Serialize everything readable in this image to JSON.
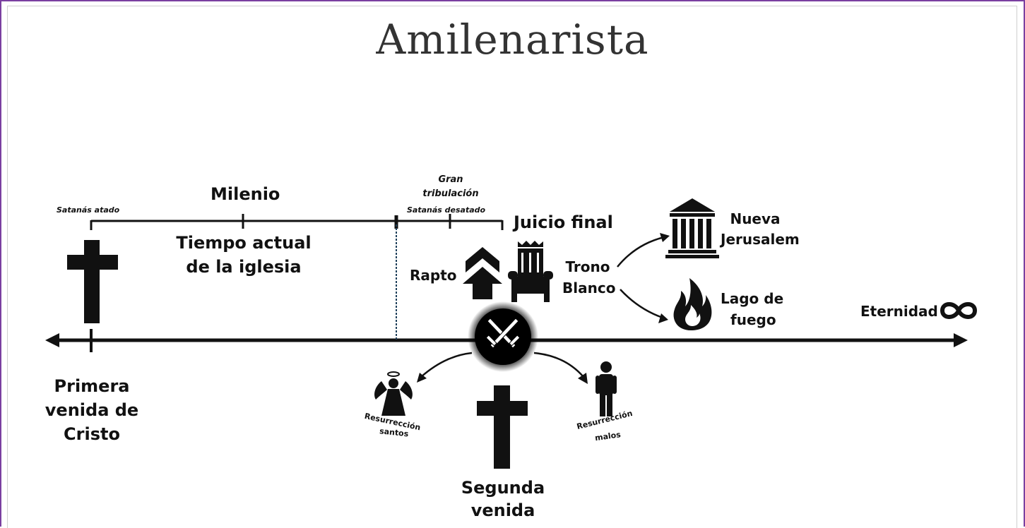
{
  "title": "Amilenarista",
  "labels": {
    "satanas_atado": "Satanás atado",
    "milenio": "Milenio",
    "gran_tribulacion_1": "Gran",
    "gran_tribulacion_2": "tribulación",
    "satanas_desatado": "Satanás desatado",
    "juicio_final": "Juicio final",
    "tiempo_actual_1": "Tiempo actual",
    "tiempo_actual_2": "de la iglesia",
    "rapto": "Rapto",
    "trono_1": "Trono",
    "trono_2": "Blanco",
    "nueva_1": "Nueva",
    "nueva_2": "Jerusalem",
    "lago_1": "Lago de",
    "lago_2": "fuego",
    "eternidad": "Eternidad",
    "primera_1": "Primera",
    "primera_2": "venida de",
    "primera_3": "Cristo",
    "res_santos_1": "Resurrección",
    "res_santos_2": "santos",
    "res_malos_1": "Resurrección",
    "res_malos_2": "malos",
    "segunda_1": "Segunda",
    "segunda_2": "venida"
  },
  "icons": [
    "cross-icon",
    "arrow-up-icon",
    "throne-icon",
    "temple-icon",
    "fire-icon",
    "infinity-icon",
    "crossed-swords-icon",
    "angel-icon",
    "person-icon"
  ],
  "colors": {
    "frame": "#7a3fa0",
    "ink": "#111111",
    "title": "#333333"
  }
}
